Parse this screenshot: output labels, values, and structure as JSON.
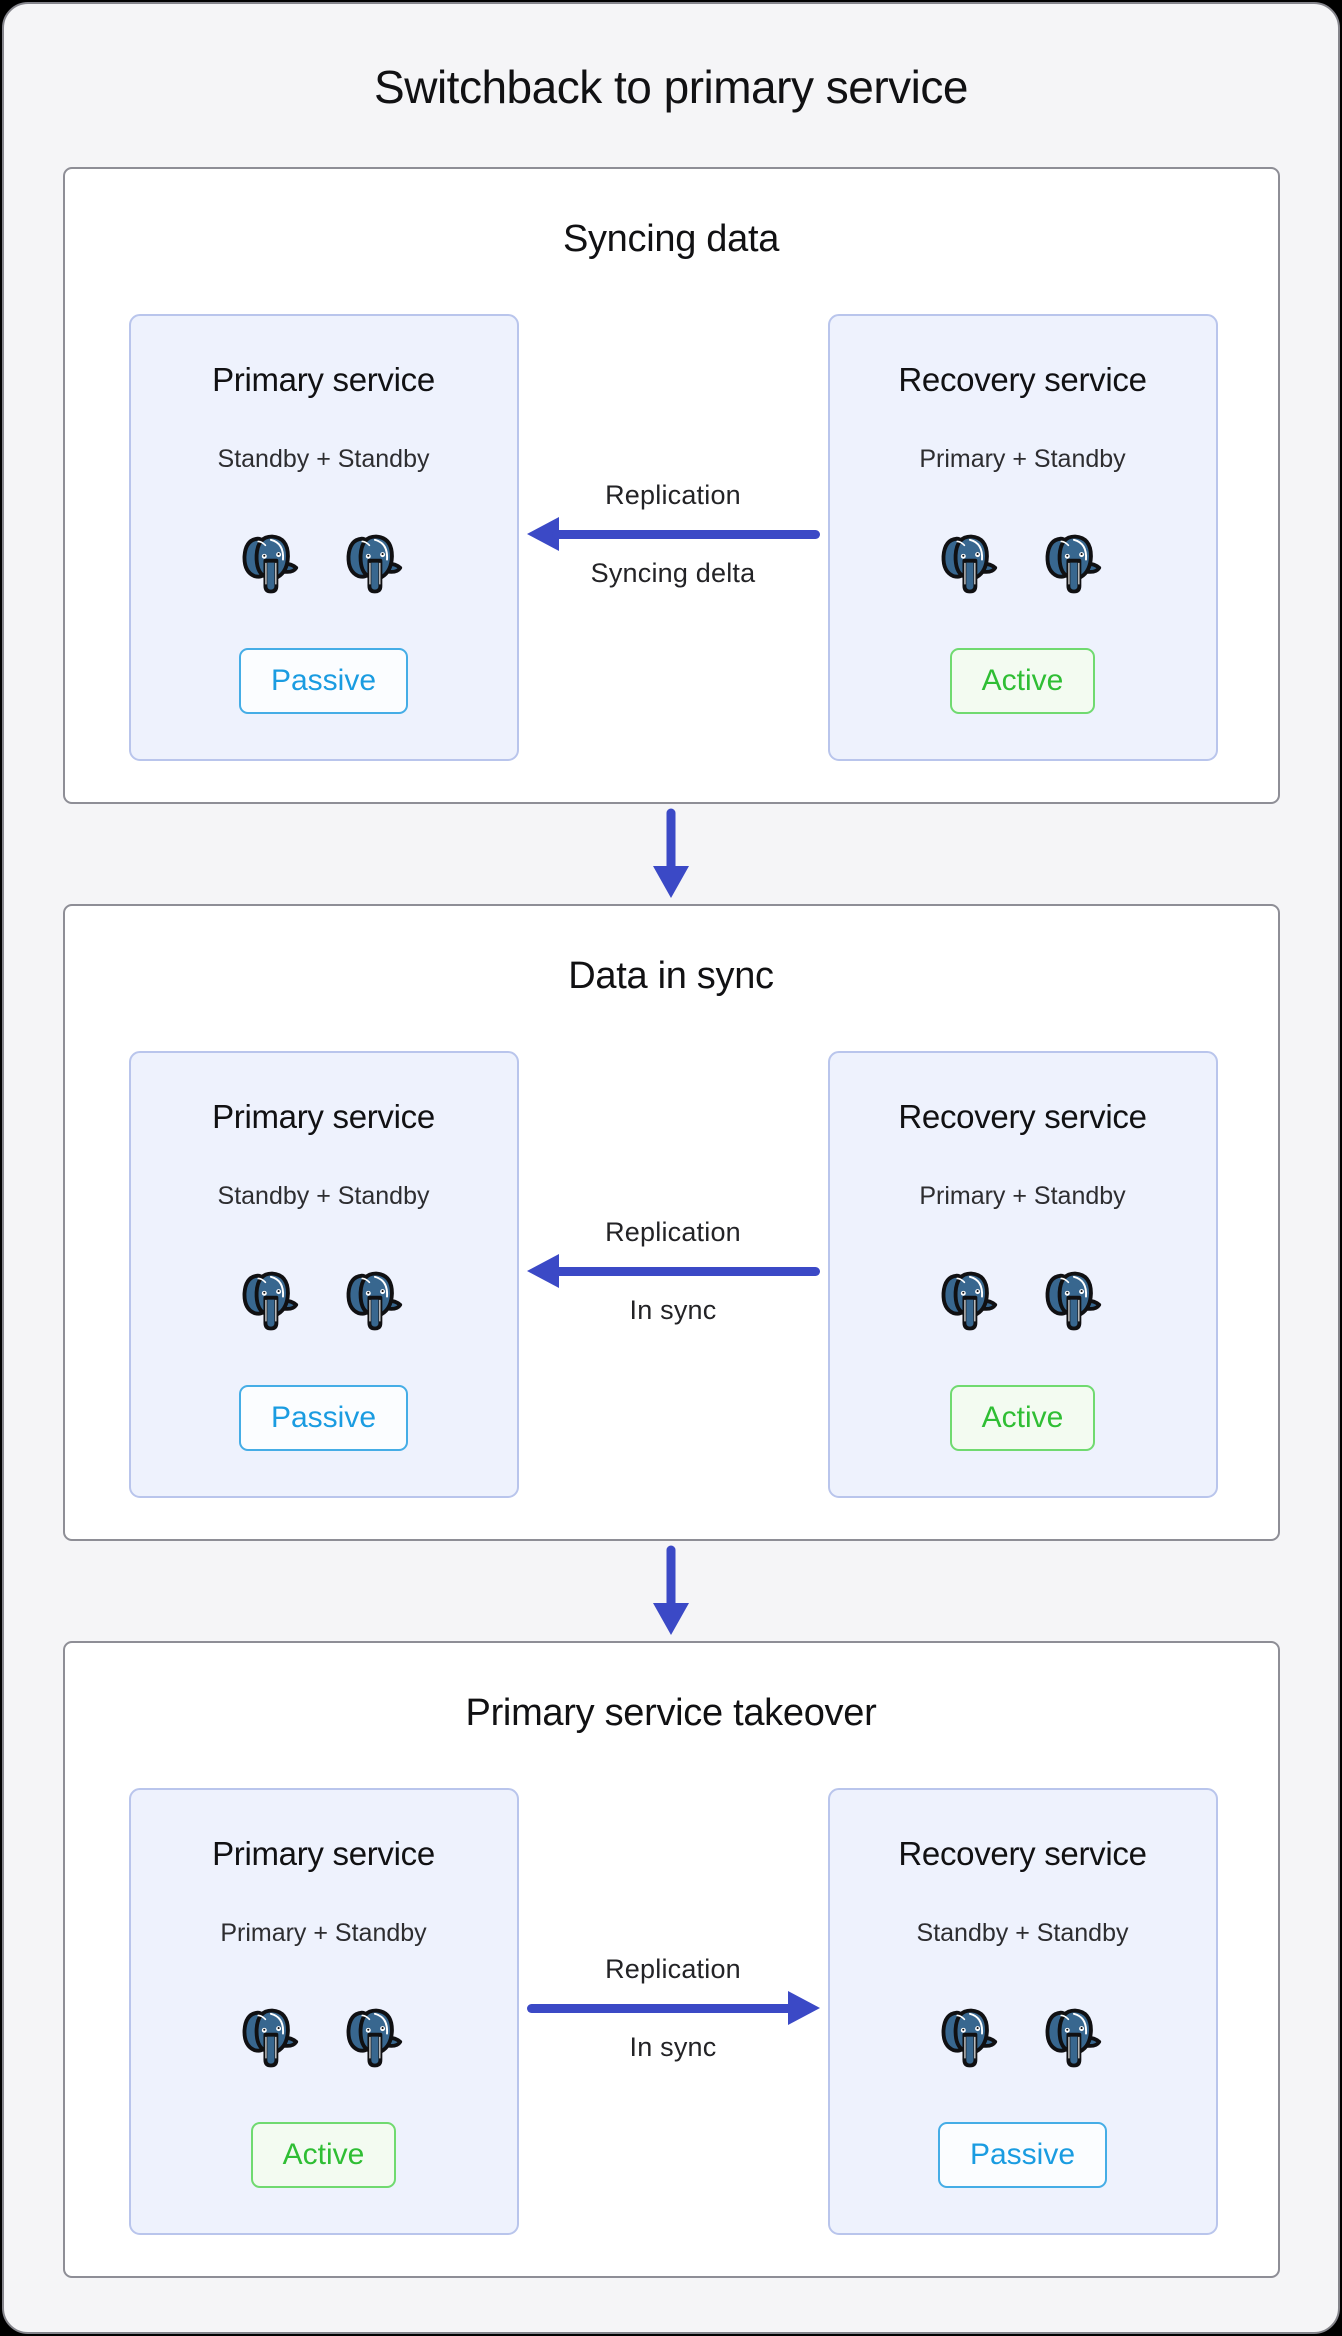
{
  "title": "Switchback to primary service",
  "colors": {
    "arrow_accent": "#3b49c6",
    "frame_background": "#f5f5f7",
    "card_background": "#eef2fd",
    "card_border": "#b9c5ec",
    "passive_text": "#1a9ce1",
    "passive_border": "#45ade6",
    "active_text": "#2fbe34",
    "active_border": "#70da70",
    "postgresql_blue": "#38678f"
  },
  "icons": {
    "database": "postgresql-elephant-logo",
    "flow_between_stages": "arrow-down-icon"
  },
  "stages": [
    {
      "title": "Syncing data",
      "left": {
        "title": "Primary service",
        "subtitle": "Standby + Standby",
        "badge": {
          "label": "Passive",
          "style": "passive"
        },
        "db_icon_count": 2
      },
      "connector": {
        "top_label": "Replication",
        "bottom_label": "Syncing delta",
        "direction": "left"
      },
      "right": {
        "title": "Recovery service",
        "subtitle": "Primary + Standby",
        "badge": {
          "label": "Active",
          "style": "active"
        },
        "db_icon_count": 2
      }
    },
    {
      "title": "Data in sync",
      "left": {
        "title": "Primary service",
        "subtitle": "Standby + Standby",
        "badge": {
          "label": "Passive",
          "style": "passive"
        },
        "db_icon_count": 2
      },
      "connector": {
        "top_label": "Replication",
        "bottom_label": "In sync",
        "direction": "left"
      },
      "right": {
        "title": "Recovery service",
        "subtitle": "Primary + Standby",
        "badge": {
          "label": "Active",
          "style": "active"
        },
        "db_icon_count": 2
      }
    },
    {
      "title": "Primary service takeover",
      "left": {
        "title": "Primary service",
        "subtitle": "Primary + Standby",
        "badge": {
          "label": "Active",
          "style": "active"
        },
        "db_icon_count": 2
      },
      "connector": {
        "top_label": "Replication",
        "bottom_label": "In sync",
        "direction": "right"
      },
      "right": {
        "title": "Recovery service",
        "subtitle": "Standby + Standby",
        "badge": {
          "label": "Passive",
          "style": "passive"
        },
        "db_icon_count": 2
      }
    }
  ]
}
